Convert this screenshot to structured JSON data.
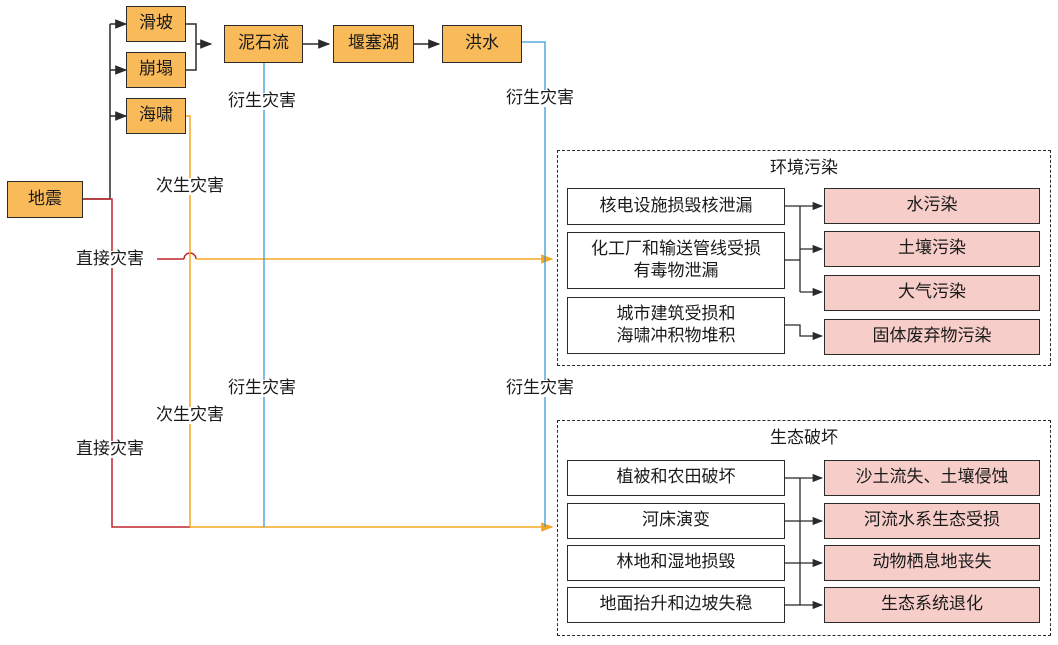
{
  "hazards": {
    "earthquake": "地震",
    "landslide": "滑坡",
    "collapse": "崩塌",
    "tsunami": "海啸",
    "debris_flow": "泥石流",
    "barrier_lake": "堰塞湖",
    "flood": "洪水"
  },
  "edge_labels": {
    "direct_upper": "直接灾害",
    "direct_lower": "直接灾害",
    "secondary_upper": "次生灾害",
    "secondary_lower": "次生灾害",
    "derived_upper_left": "衍生灾害",
    "derived_upper_right": "衍生灾害",
    "derived_lower_left": "衍生灾害",
    "derived_lower_right": "衍生灾害"
  },
  "environment": {
    "title": "环境污染",
    "causes": [
      {
        "text": "核电设施损毁核泄漏"
      },
      {
        "text": "化工厂和输送管线受损\n有毒物泄漏"
      },
      {
        "text": "城市建筑受损和\n海啸冲积物堆积"
      }
    ],
    "effects": [
      {
        "text": "水污染"
      },
      {
        "text": "土壤污染"
      },
      {
        "text": "大气污染"
      },
      {
        "text": "固体废弃物污染"
      }
    ]
  },
  "ecology": {
    "title": "生态破坏",
    "causes": [
      {
        "text": "植被和农田破坏"
      },
      {
        "text": "河床演变"
      },
      {
        "text": "林地和湿地损毁"
      },
      {
        "text": "地面抬升和边坡失稳"
      }
    ],
    "effects": [
      {
        "text": "沙土流失、土壤侵蚀"
      },
      {
        "text": "河流水系生态受损"
      },
      {
        "text": "动物栖息地丧失"
      },
      {
        "text": "生态系统退化"
      }
    ]
  },
  "colors": {
    "hazard_fill": "#f9bb5a",
    "effect_fill": "#f6cdc8",
    "direct_line": "#c0272d",
    "secondary_line": "#f5a623",
    "derived_line": "#3b9ad9",
    "connector_line": "#2b2b2b"
  }
}
